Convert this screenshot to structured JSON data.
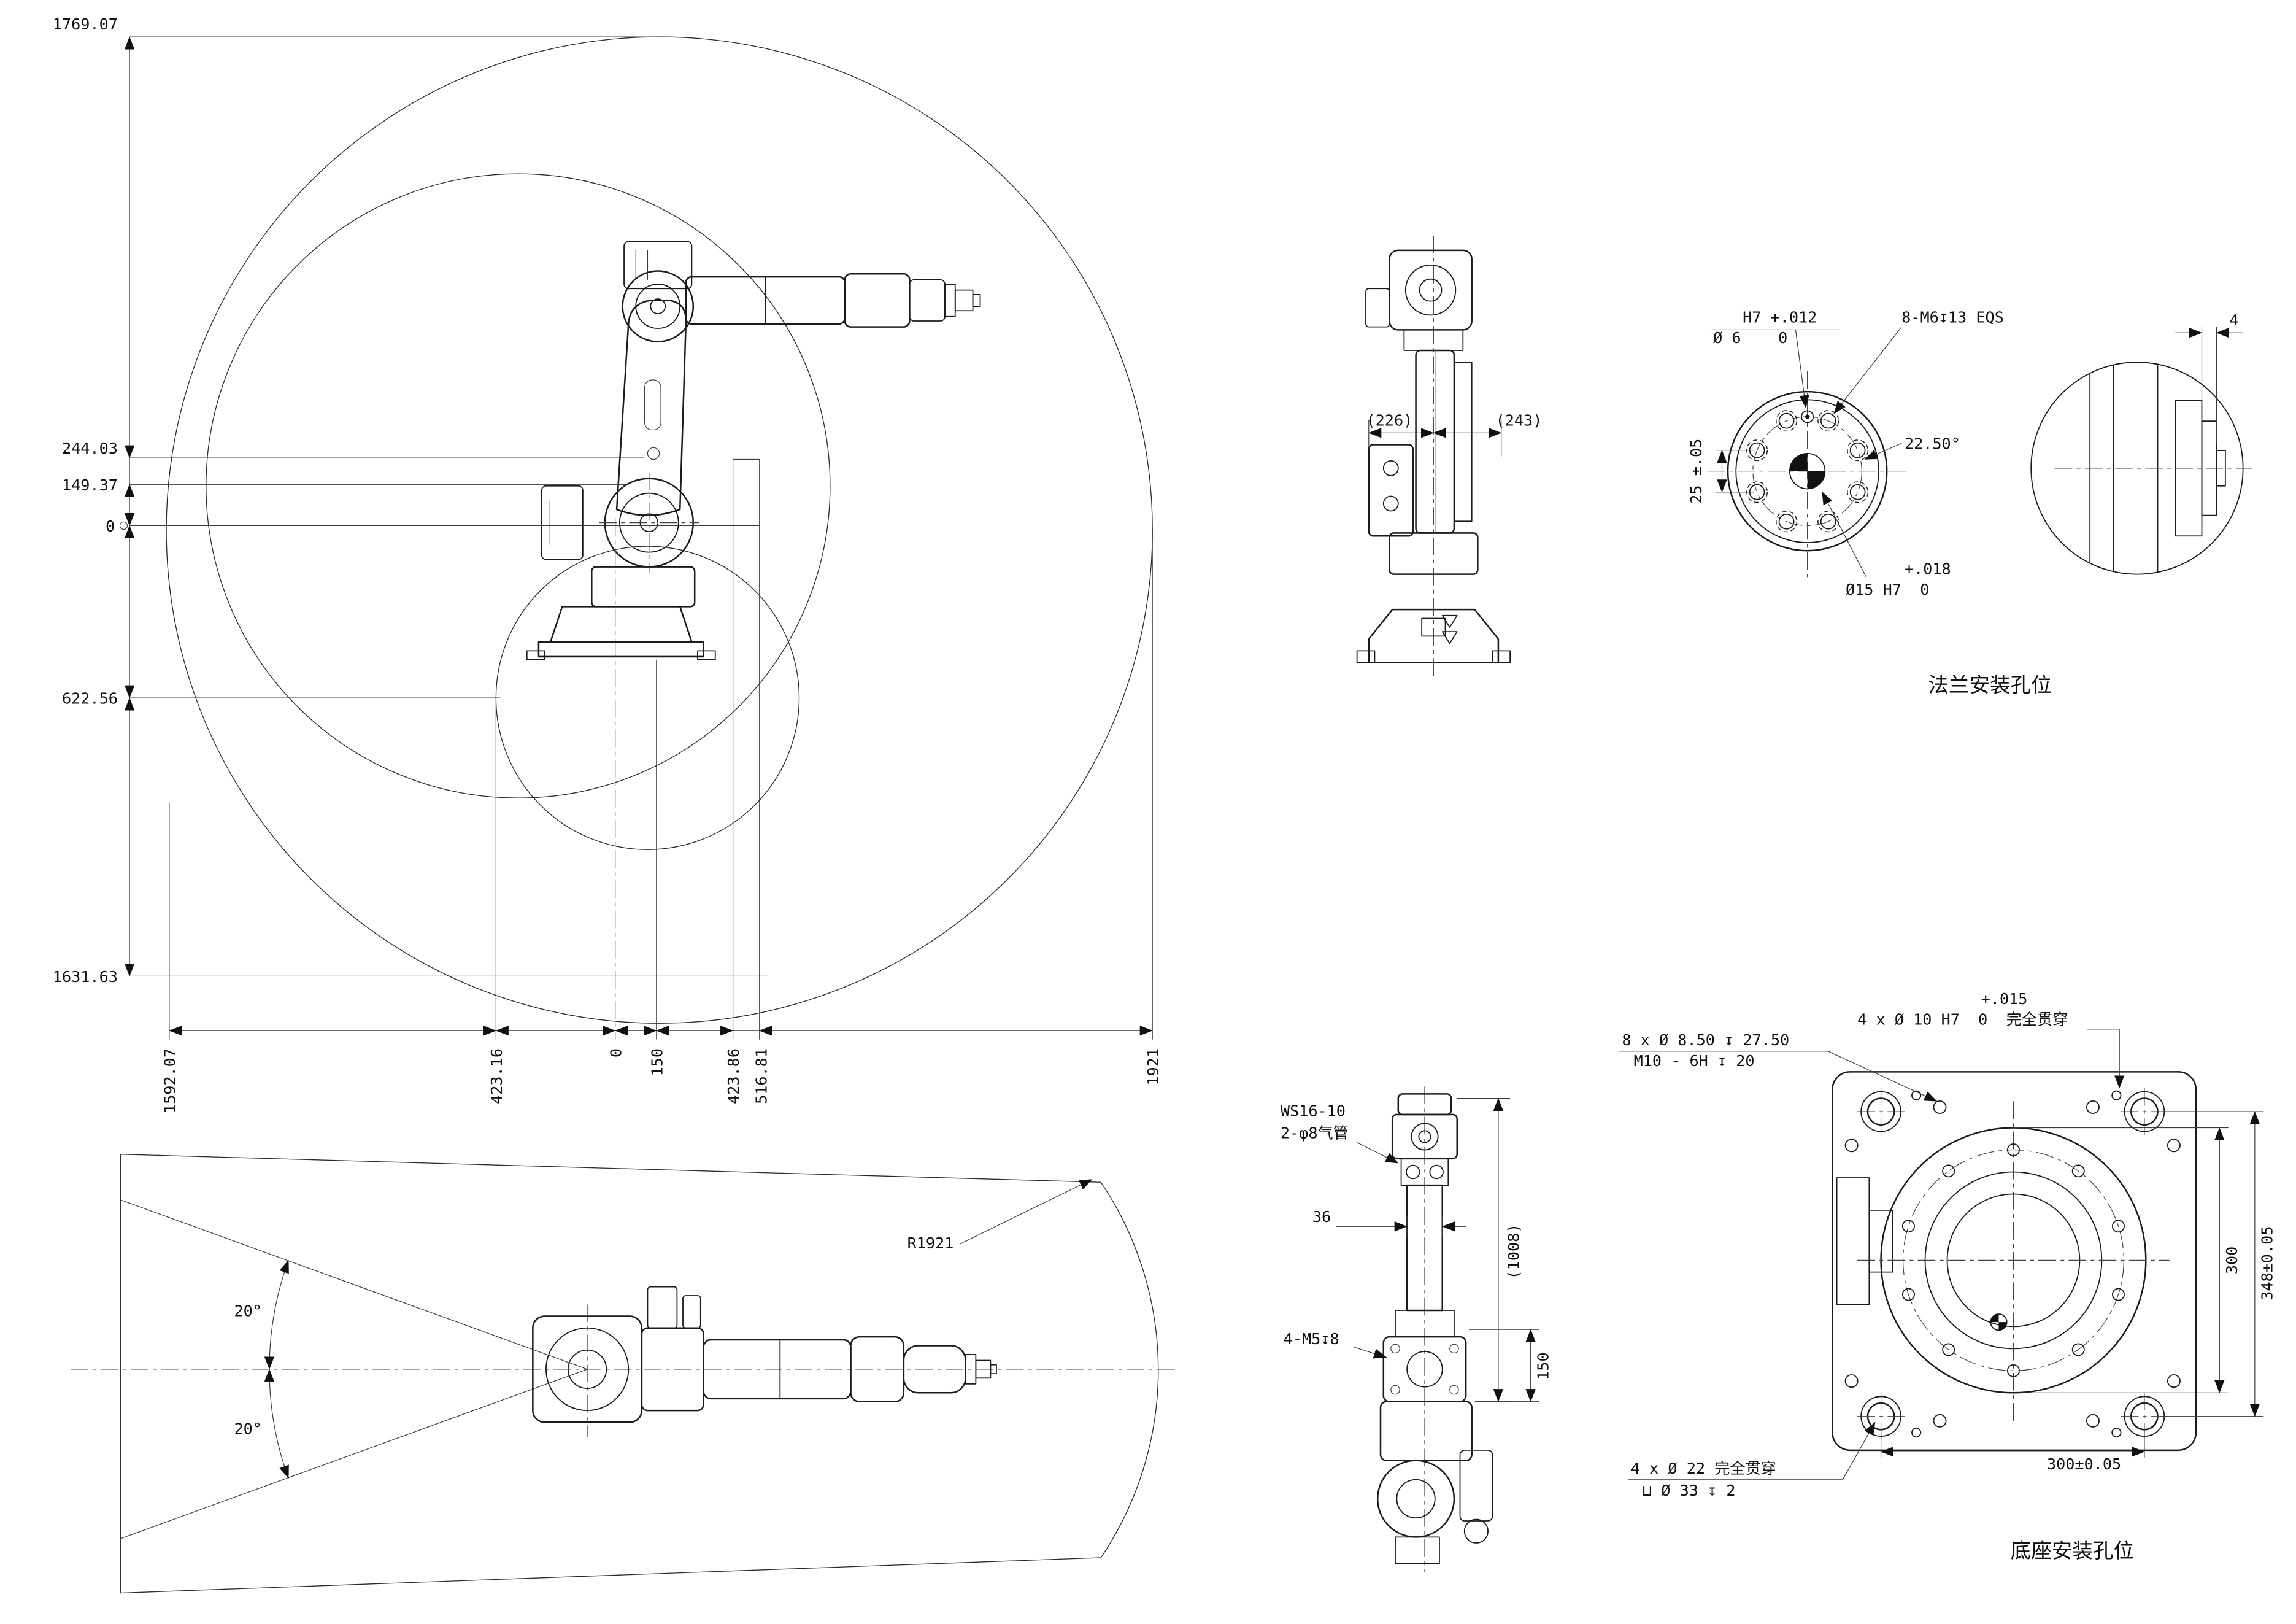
{
  "drawing": {
    "side_view": {
      "left_dims": {
        "d1769": "1769.07",
        "d244": "244.03",
        "d149": "149.37",
        "d0": "0",
        "d622": "622.56",
        "d1631": "1631.63"
      },
      "bottom_dims": {
        "d1592": "1592.07",
        "d423a": "423.16",
        "d0": "0",
        "d150": "150",
        "d423b": "423.86",
        "d516": "516.81",
        "d1921": "1921"
      }
    },
    "top_view": {
      "radius": "R1921",
      "angle_upper": "20°",
      "angle_lower": "20°"
    },
    "rear_view": {
      "dim_left": "(226)",
      "dim_right": "(243)"
    },
    "flange": {
      "pin_line1": "H7 +.012",
      "pin_line2": "Ø 6    0",
      "bolt_note": "8-M6↧13 EQS",
      "pitch": "25 ±.05",
      "angle": "22.50°",
      "bore_line1": "+.018",
      "bore_line2": "Ø15 H7  0",
      "side_dim": "4",
      "caption": "法兰安装孔位"
    },
    "arm_view": {
      "note1_line1": "WS16-10",
      "note1_line2": "2-φ8气管",
      "dim_width": "36",
      "dim_height": "(1008)",
      "note2": "4-M5↧8",
      "dim_150": "150"
    },
    "base_view": {
      "pin_tol": "+.015",
      "pin_note": "4 x Ø 10 H7  0  完全贯穿",
      "thread_note1": "8 x Ø 8.50 ↧ 27.50",
      "thread_note2": "M10 - 6H ↧ 20",
      "dim_348": "348±0.05",
      "dim_300v": "300",
      "dim_300h": "300±0.05",
      "bolt_note1": "4 x Ø 22 完全贯穿",
      "bolt_note2": "⊔ Ø 33 ↧ 2",
      "caption": "底座安装孔位"
    }
  }
}
